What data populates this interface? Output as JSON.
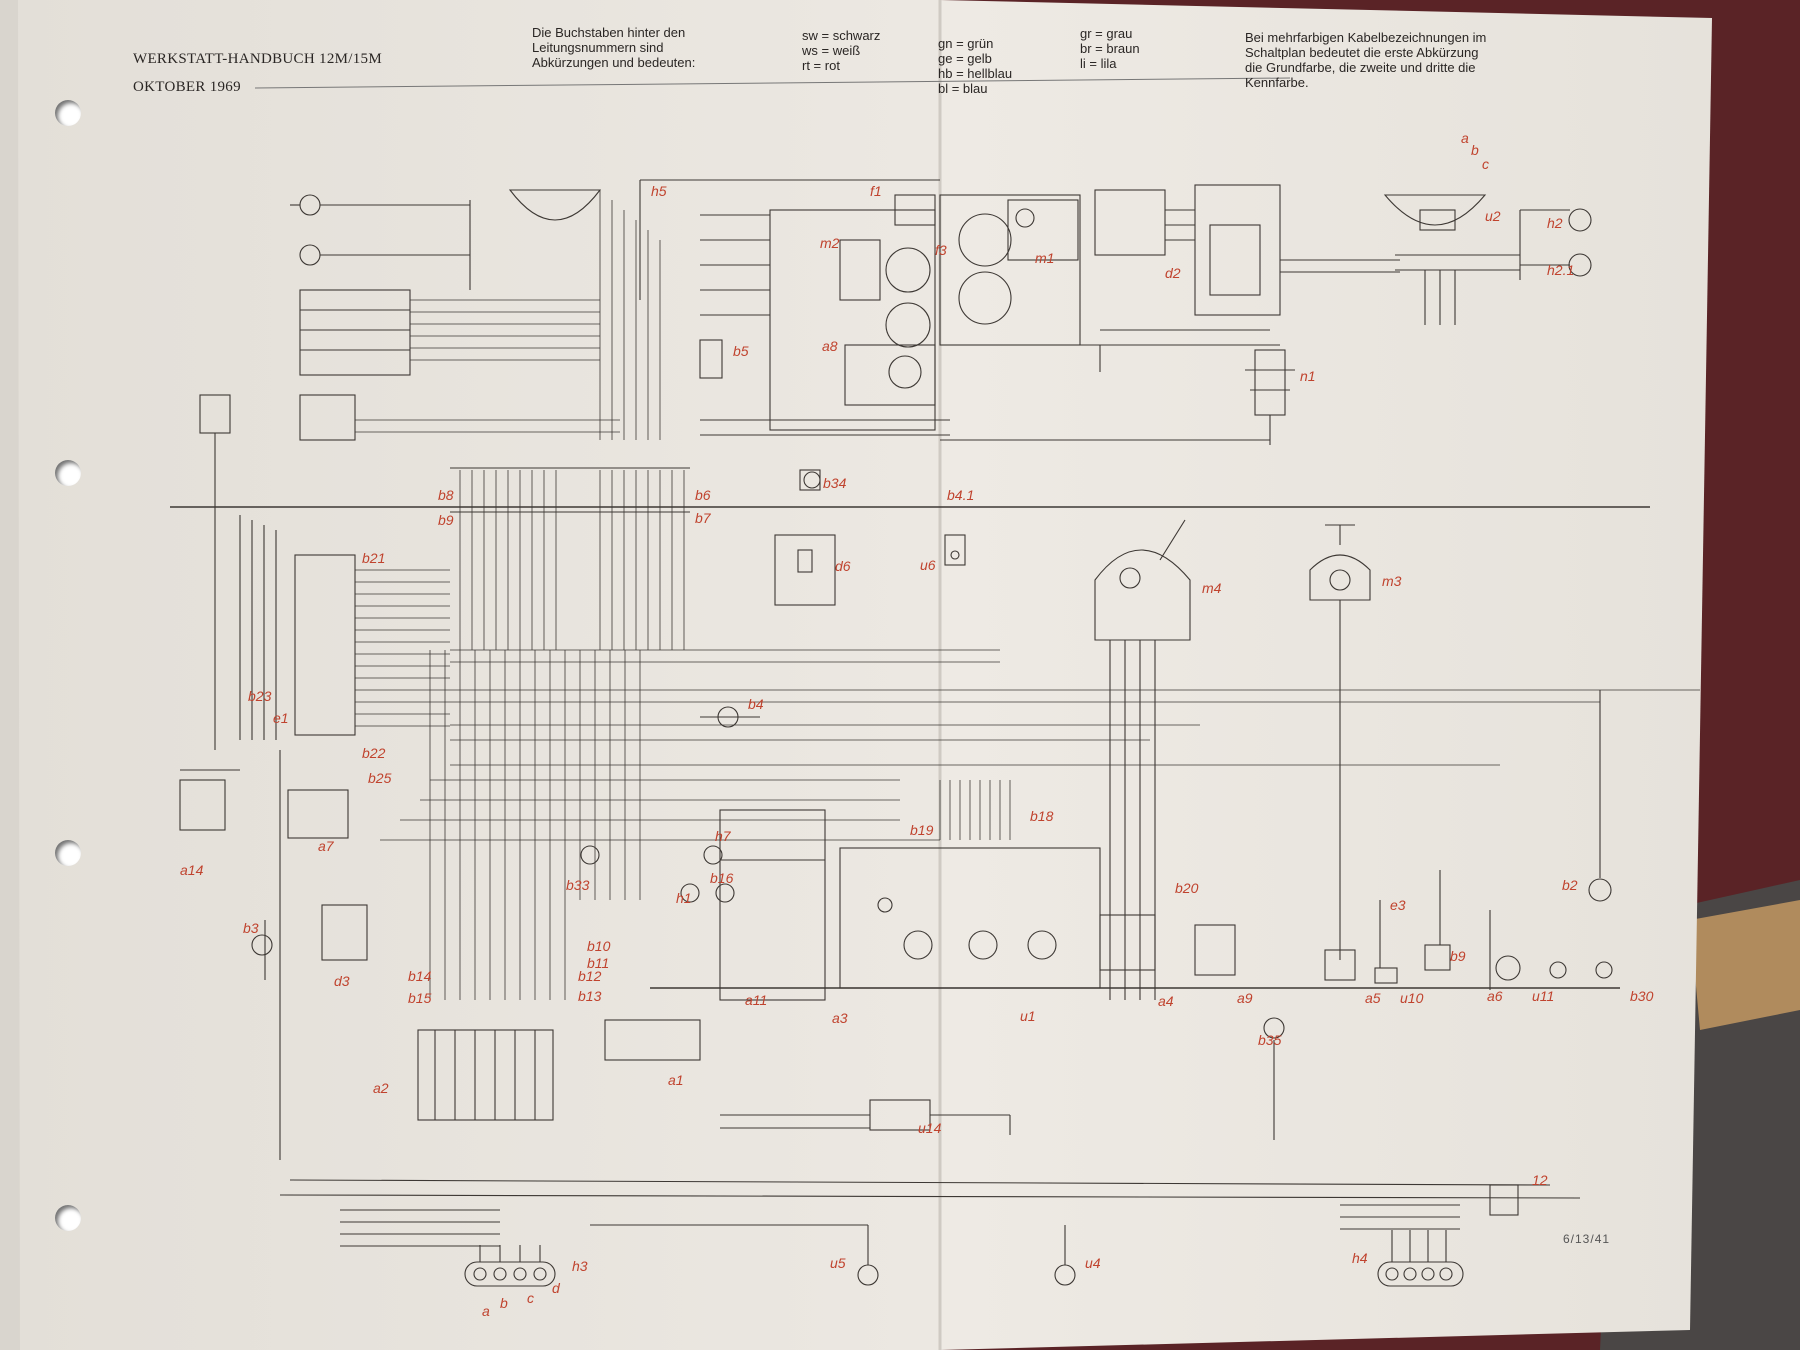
{
  "header": {
    "title": "WERKSTATT-HANDBUCH 12M/15M",
    "date": "OKTOBER 1969",
    "intro": [
      "Die Buchstaben hinter den",
      "Leitungsnummern sind",
      "Abkürzungen und bedeuten:"
    ],
    "note": [
      "Bei mehrfarbigen Kabelbezeichnungen im",
      "Schaltplan bedeutet die erste Abkürzung",
      "die Grundfarbe, die zweite und dritte die",
      "Kennfarbe."
    ]
  },
  "colors_legend": [
    [
      "sw = schwarz",
      "ws = weiß",
      "rt = rot"
    ],
    [
      "gn = grün",
      "ge = gelb",
      "hb = hellblau",
      "bl = blau"
    ],
    [
      "gr = grau",
      "br = braun",
      "li = lila"
    ]
  ],
  "labels": [
    "h5",
    "f1",
    "m2",
    "f3",
    "m1",
    "d2",
    "u2",
    "h2",
    "h2.1",
    "a8",
    "b5",
    "n1",
    "b8",
    "b9",
    "b6",
    "b7",
    "b34",
    "b4.1",
    "b21",
    "b23",
    "e1",
    "b22",
    "d6",
    "u6",
    "m4",
    "m3",
    "b4",
    "b25",
    "a7",
    "a14",
    "b33",
    "h1",
    "h7",
    "b16",
    "b19",
    "b18",
    "b20",
    "e3",
    "b9",
    "b2",
    "b3",
    "d3",
    "b10",
    "b11",
    "b12",
    "b13",
    "b14",
    "b15",
    "a11",
    "a3",
    "u1",
    "a4",
    "a9",
    "a5",
    "u10",
    "a6",
    "u11",
    "b30",
    "b35",
    "a1",
    "a2",
    "u14",
    "h3",
    "a",
    "b",
    "c",
    "d",
    "u5",
    "u4",
    "h4",
    "12",
    "a",
    "b",
    "c"
  ],
  "page_number": "6/13/41",
  "colors": {
    "paper": "#ece8e2",
    "ink": "#2a2624",
    "label": "#c0432e",
    "tablecloth": "#5a2326"
  }
}
